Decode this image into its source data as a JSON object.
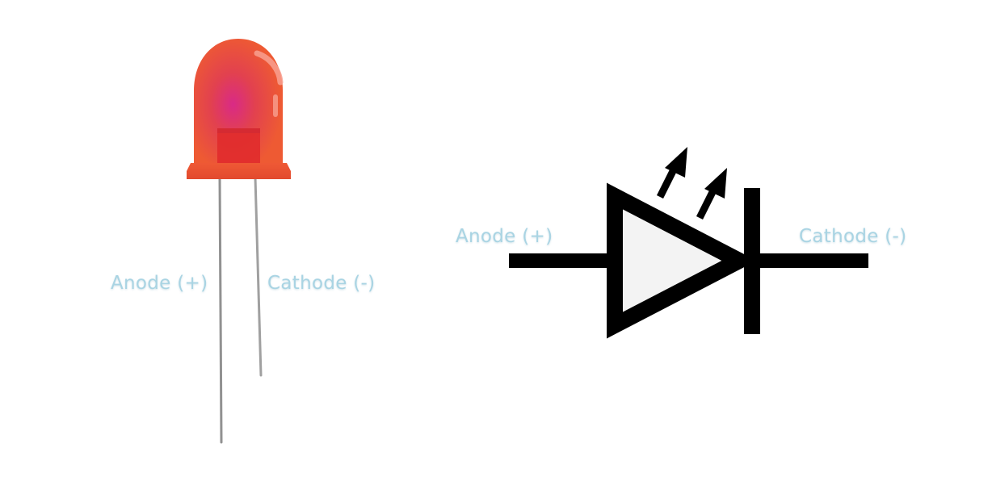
{
  "colors": {
    "label_text": "#a9d4e3",
    "led_body": "#ec5436",
    "led_core": "#d5317d",
    "lead_wire": "#8f8f8f",
    "symbol_stroke": "#000000",
    "symbol_fill": "#f3f3f3"
  },
  "led_photo": {
    "anode_label": "Anode (+)",
    "cathode_label": "Cathode (-)"
  },
  "led_symbol": {
    "anode_label": "Anode (+)",
    "cathode_label": "Cathode (-)"
  }
}
